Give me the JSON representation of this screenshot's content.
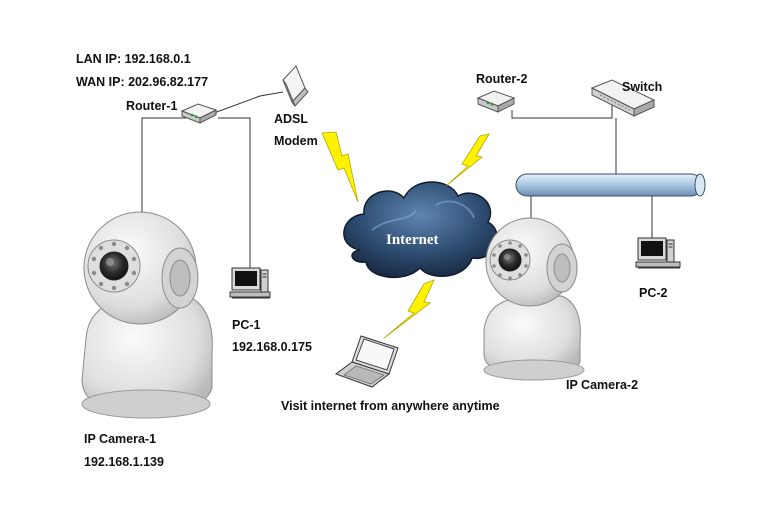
{
  "router1": {
    "lan_ip": "LAN IP: 192.168.0.1",
    "wan_ip": "WAN IP: 202.96.82.177",
    "label": "Router-1"
  },
  "modem": {
    "label_line1": "ADSL",
    "label_line2": "Modem"
  },
  "router2": {
    "label": "Router-2"
  },
  "switch": {
    "label": "Switch"
  },
  "internet": {
    "label": "Internet"
  },
  "pc1": {
    "label": "PC-1",
    "ip": "192.168.0.175"
  },
  "pc2": {
    "label": "PC-2"
  },
  "camera1": {
    "label": "IP Camera-1",
    "ip": "192.168.1.139"
  },
  "camera2": {
    "label": "IP Camera-2"
  },
  "laptop": {
    "caption": "Visit internet from anywhere anytime"
  },
  "colors": {
    "lightning": "#fff200",
    "cloud": "#2c4a6e",
    "cable": "#333333",
    "bus": "#bcd6ec",
    "camera_body": "#e9e9e9"
  }
}
